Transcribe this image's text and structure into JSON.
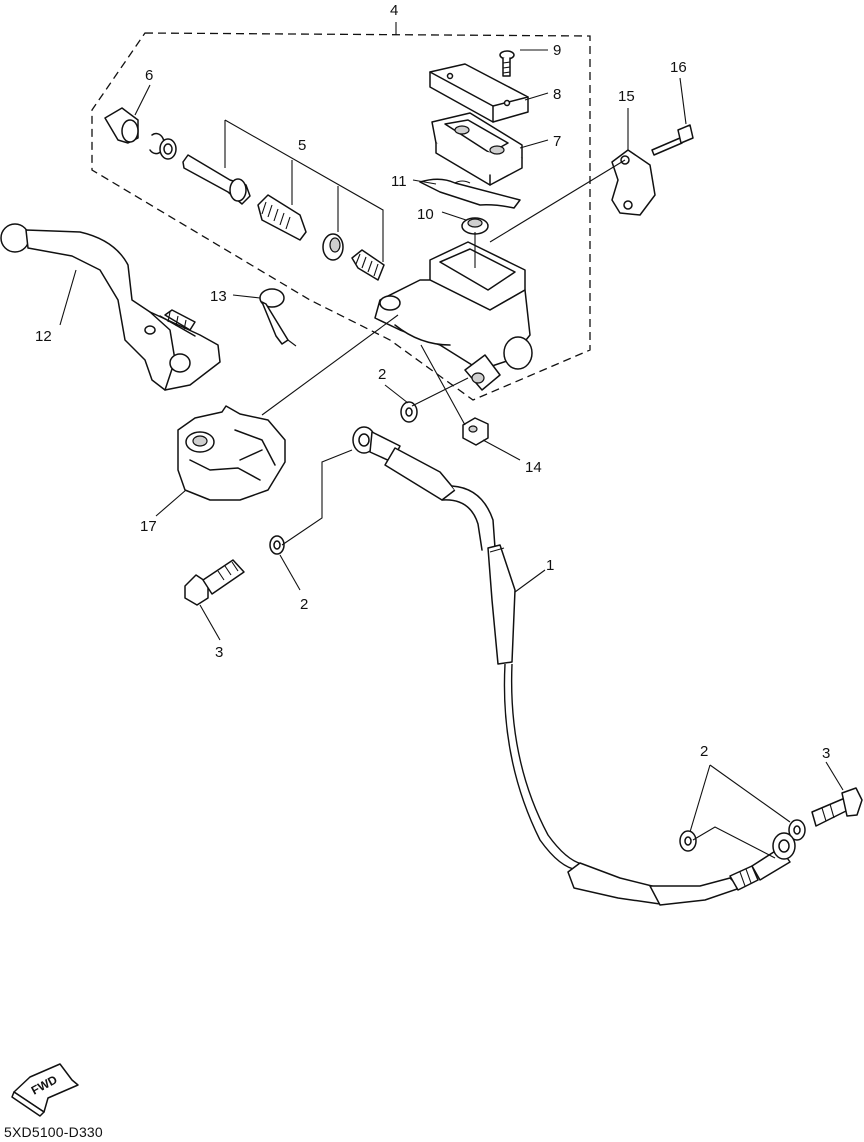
{
  "diagram_code": "5XD5100-D330",
  "fwd_label": "FWD",
  "labels": {
    "p1": "1",
    "p2a": "2",
    "p2b": "2",
    "p2c": "2",
    "p3a": "3",
    "p3b": "3",
    "p4": "4",
    "p5": "5",
    "p6": "6",
    "p7": "7",
    "p8": "8",
    "p9": "9",
    "p10": "10",
    "p11": "11",
    "p12": "12",
    "p13": "13",
    "p14": "14",
    "p15": "15",
    "p16": "16",
    "p17": "17"
  }
}
